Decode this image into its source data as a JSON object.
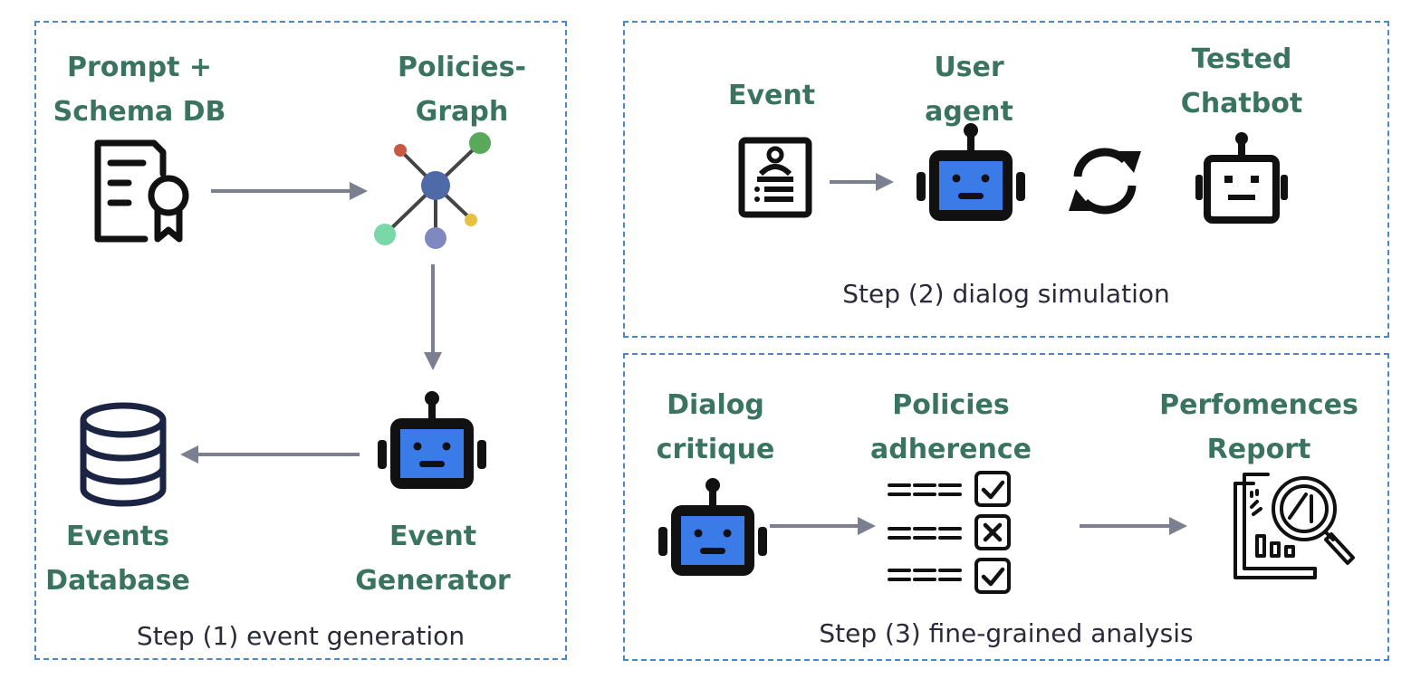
{
  "step1": {
    "caption": "Step (1) event generation",
    "prompt_label": [
      "Prompt +",
      "Schema DB"
    ],
    "graph_label": [
      "Policies-",
      "Graph"
    ],
    "events_db_label": [
      "Events",
      "Database"
    ],
    "generator_label": [
      "Event",
      "Generator"
    ]
  },
  "step2": {
    "caption": "Step (2) dialog simulation",
    "event_label": [
      "Event"
    ],
    "user_agent_label": [
      "User",
      "agent"
    ],
    "chatbot_label": [
      "Tested",
      "Chatbot"
    ]
  },
  "step3": {
    "caption": "Step (3) fine-grained analysis",
    "critique_label": [
      "Dialog",
      "critique"
    ],
    "adherence_label": [
      "Policies",
      "adherence"
    ],
    "report_label": [
      "Perfomences",
      "Report"
    ]
  },
  "colors": {
    "border": "#4a86c8",
    "label": "#3a7461",
    "arrow": "#7a8090",
    "robot_screen": "#3b7be8",
    "graph_center": "#4f6aa8"
  },
  "icons": [
    "certificate-document-icon",
    "policies-graph-icon",
    "robot-icon",
    "database-icon",
    "id-badge-icon",
    "sync-icon",
    "checklist-icon",
    "report-magnifier-icon"
  ]
}
